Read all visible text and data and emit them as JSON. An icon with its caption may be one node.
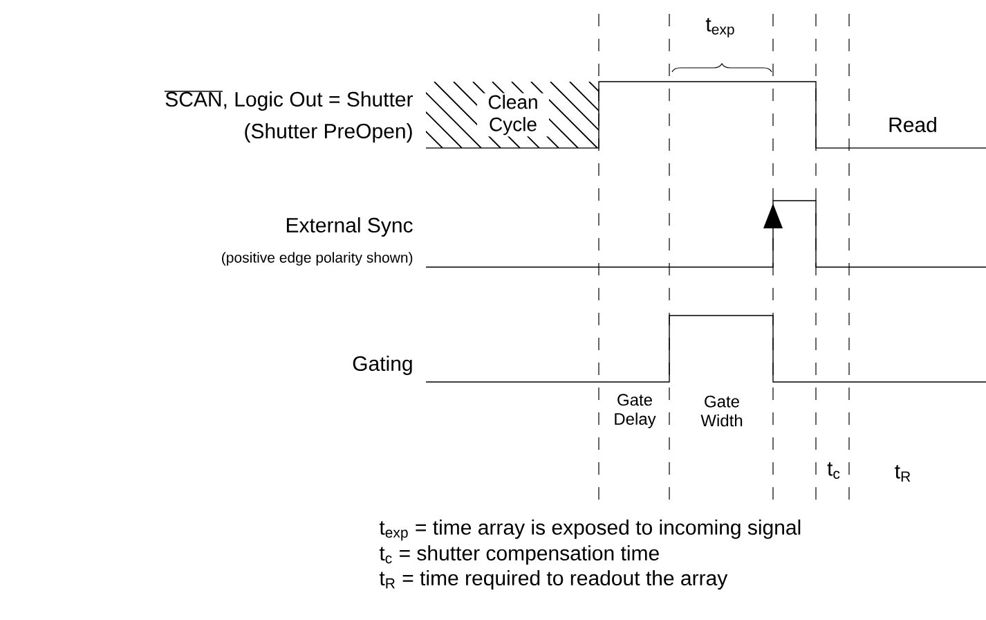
{
  "diagram": {
    "labels": [
      "t$_{exp}$",
      "SCAN, Logic Out = Shutter",
      "(Shutter PreOpen)",
      "Clean Cycle",
      "Read",
      "External Sync",
      "(positive edge polarity shown)",
      "Gating",
      "Gate Delay",
      "Gate Width",
      "t$_{c}$",
      "t$_{R}$",
      "t$_{exp}$ = time array is exposed to incoming signal",
      "t$_{c}$ = shutter compensation time",
      "t$_{R}$ = time required to readout the array"
    ]
  }
}
